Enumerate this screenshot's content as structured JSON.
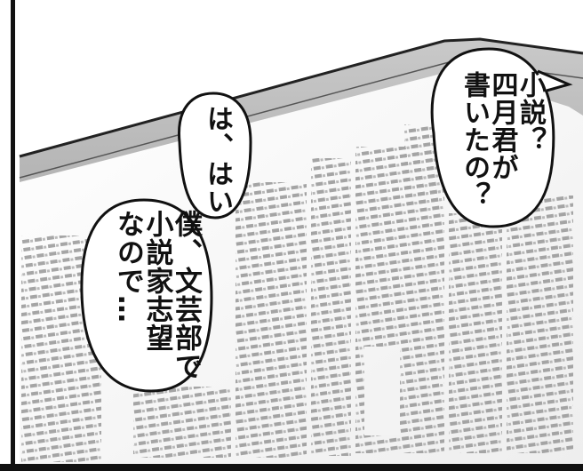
{
  "dialogue": {
    "right_bubble": "小説？\n四月君が\n書いたの？",
    "middle_bubble": "は、はい",
    "left_bubble": "僕、文芸部で\n小説家志望\nなので…"
  },
  "colors": {
    "ink": "#111111",
    "paper": "#f4f4f4",
    "tray": "#9a9a9a",
    "background": "#ffffff"
  }
}
